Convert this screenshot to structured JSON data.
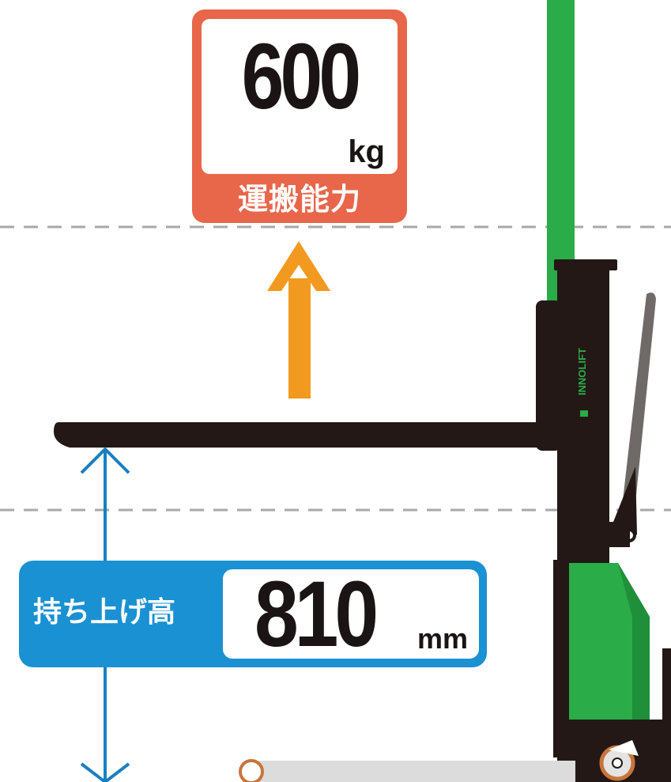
{
  "capacity": {
    "value": "600",
    "unit": "kg",
    "label": "運搬能力"
  },
  "lift_height": {
    "label": "持ち上げ高",
    "value": "810",
    "unit": "mm"
  },
  "brand": {
    "name": "INNOLIFT"
  },
  "colors": {
    "capacity_box": "#e8664a",
    "height_box": "#1a91d2",
    "arrow_up": "#f29a1f",
    "dimension_arrow": "#1a7fc0",
    "machine_body": "#231815",
    "machine_green": "#2aac48",
    "guide_line": "#a8a8a8"
  },
  "icons": [
    "up-arrow-icon",
    "dimension-arrow-icon",
    "innolift-logo-icon"
  ]
}
